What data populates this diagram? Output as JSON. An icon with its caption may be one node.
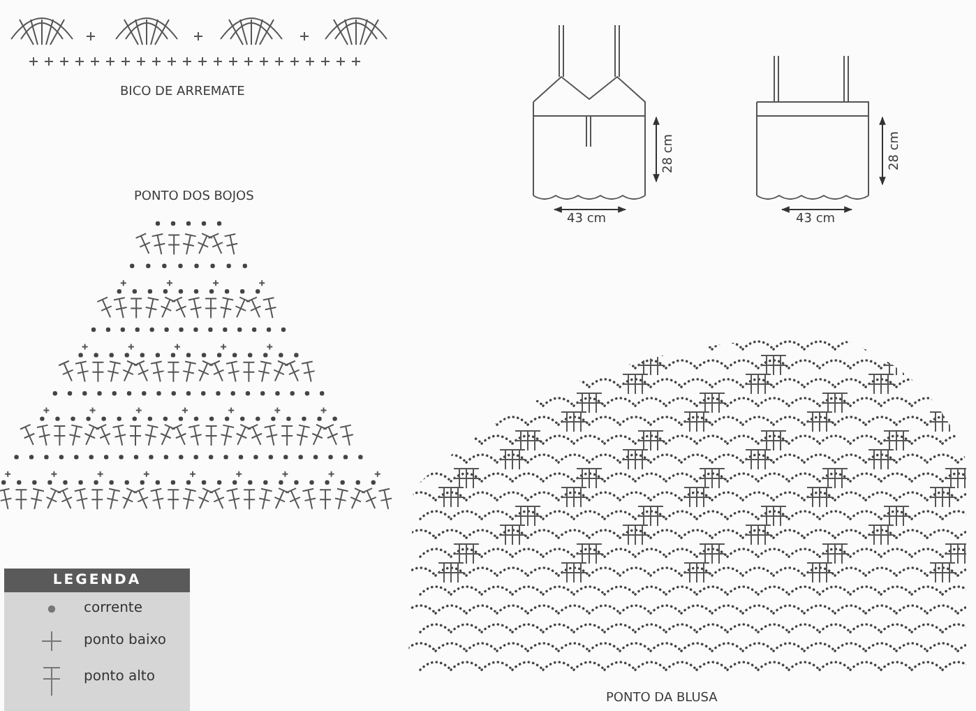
{
  "diagram": {
    "labels": [
      "BICO DE ARREMATE",
      "28 cm",
      "43 cm",
      "28 cm",
      "43 cm",
      "PONTO DOS BOJOS",
      "LEGENDA",
      "PONTO DA BLUSA"
    ],
    "legend": [
      {
        "text": "corrente"
      },
      {
        "text": "ponto baixo"
      },
      {
        "text": "ponto alto"
      }
    ]
  }
}
